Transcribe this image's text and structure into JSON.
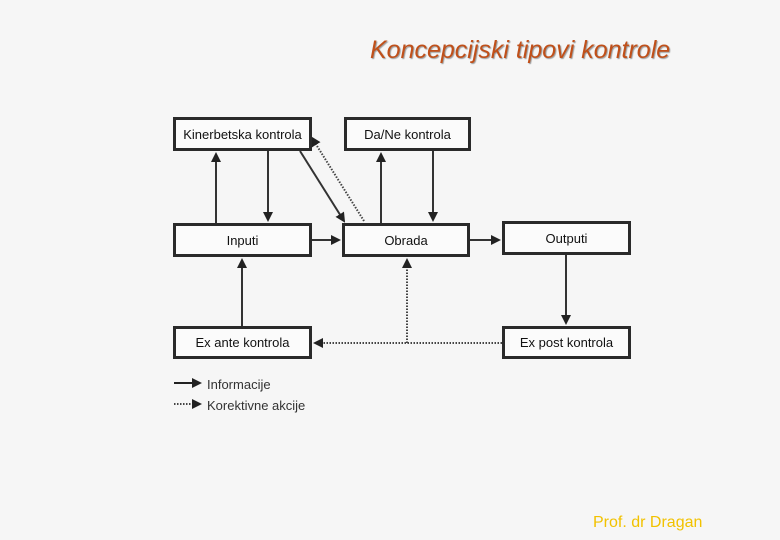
{
  "title": "Koncepcijski tipovi kontrole",
  "boxes": {
    "kinerbetska": "Kinerbetska kontrola",
    "da_ne": "Da/Ne kontrola",
    "inputi": "Inputi",
    "obrada": "Obrada",
    "outputi": "Outputi",
    "ex_ante": "Ex ante kontrola",
    "ex_post": "Ex post kontrola"
  },
  "legend": {
    "informacije": "Informacije",
    "korektivne": "Korektivne akcije"
  },
  "footer": "Prof. dr Dragan"
}
